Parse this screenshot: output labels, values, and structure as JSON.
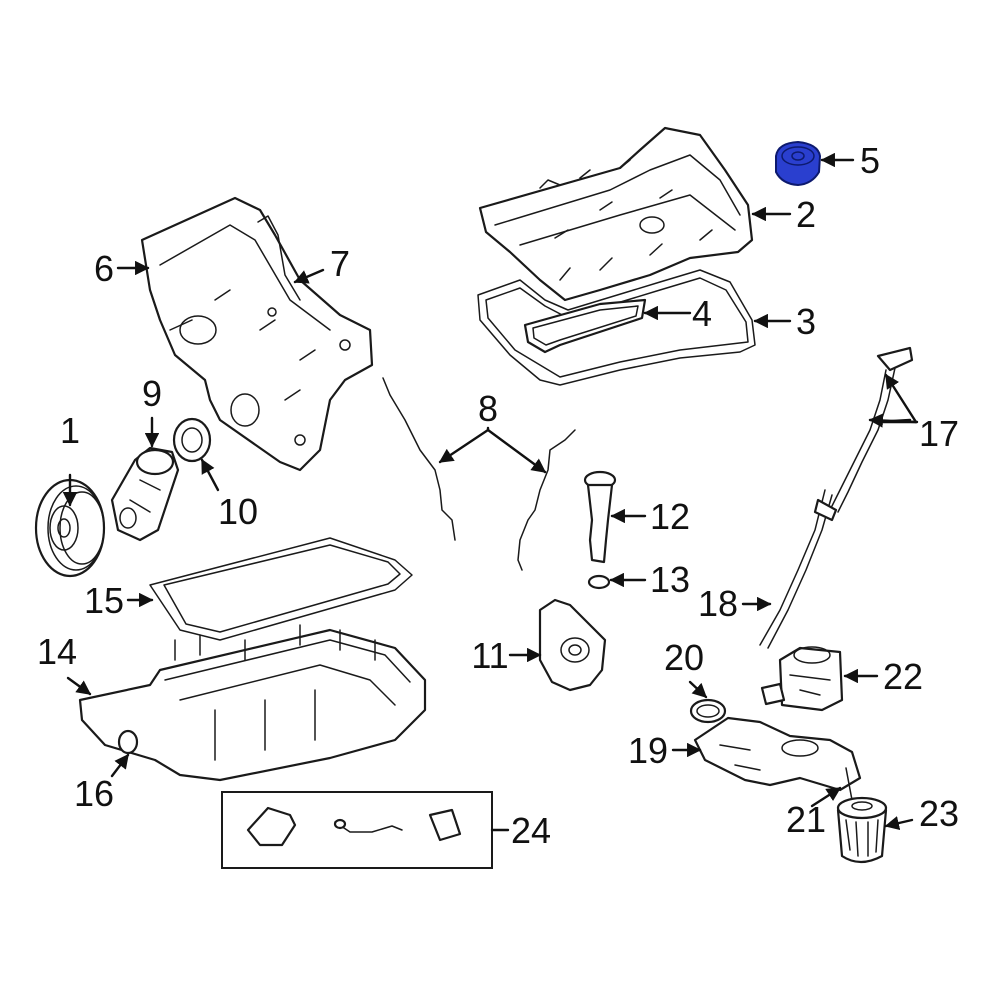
{
  "diagram": {
    "highlight_color": "#2a3fcf",
    "line_color": "#1a1a1a",
    "background": "#ffffff",
    "highlighted_part": "5",
    "callouts": {
      "c1": "1",
      "c2": "2",
      "c3": "3",
      "c4": "4",
      "c5": "5",
      "c6": "6",
      "c7": "7",
      "c8": "8",
      "c9": "9",
      "c10": "10",
      "c11": "11",
      "c12": "12",
      "c13": "13",
      "c14": "14",
      "c15": "15",
      "c16": "16",
      "c17": "17",
      "c18": "18",
      "c19": "19",
      "c20": "20",
      "c21": "21",
      "c22": "22",
      "c23": "23",
      "c24": "24"
    }
  }
}
